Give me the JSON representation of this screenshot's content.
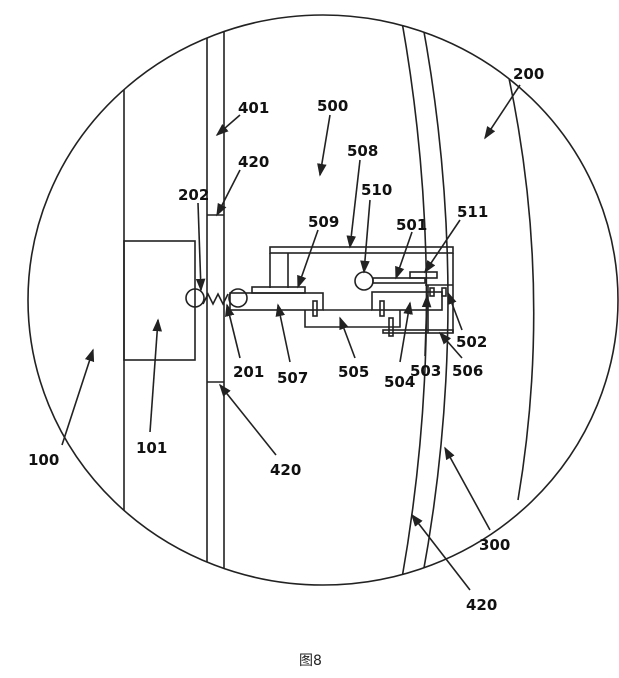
{
  "caption": "图8",
  "labels": {
    "l100": "100",
    "l101": "101",
    "l200": "200",
    "l201": "201",
    "l202": "202",
    "l300": "300",
    "l401": "401",
    "l420a": "420",
    "l420b": "420",
    "l420c": "420",
    "l500": "500",
    "l501": "501",
    "l502": "502",
    "l503": "503",
    "l504": "504",
    "l505": "505",
    "l506": "506",
    "l507": "507",
    "l508": "508",
    "l509": "509",
    "l510": "510",
    "l511": "511"
  }
}
